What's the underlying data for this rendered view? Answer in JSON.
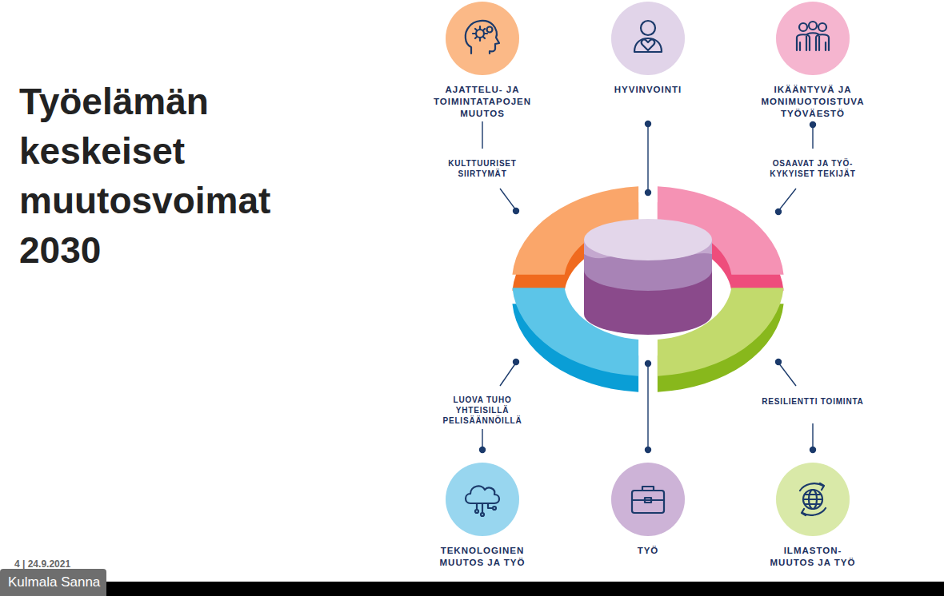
{
  "diagram": {
    "title": "Työelämän keskeiset muutosvoimat 2030",
    "nodes": [
      {
        "text": [
          "AJATTELU- JA TOIMINTATAPOJEN MUUTOS"
        ]
      },
      {
        "text": [
          "HYVINVOINTI"
        ]
      },
      {
        "text": [
          "IKÄÄNTYVÄ JA MONIMUOTOISTUVA TYÖVÄESTÖ"
        ]
      },
      {
        "text": [
          "TEKNOLOGINEN MUUTOS JA TYÖ"
        ]
      },
      {
        "text": [
          "TYÖ"
        ]
      },
      {
        "text": [
          "ILMASTON- MUUTOS JA TYÖ"
        ]
      }
    ],
    "labels": [
      "KULTTUURISET SIIRTYMÄT",
      "OSAAVAT JA TYÖ- KYKYISET TEKIJÄT",
      "LUOVA TUHO YHTEISILLÄ PELISÄÄNNÖILLÄ",
      "RESILIENTTI TOIMINTA",
      "4 | 24.9.2021",
      "Kulmala Sanna"
    ]
  }
}
